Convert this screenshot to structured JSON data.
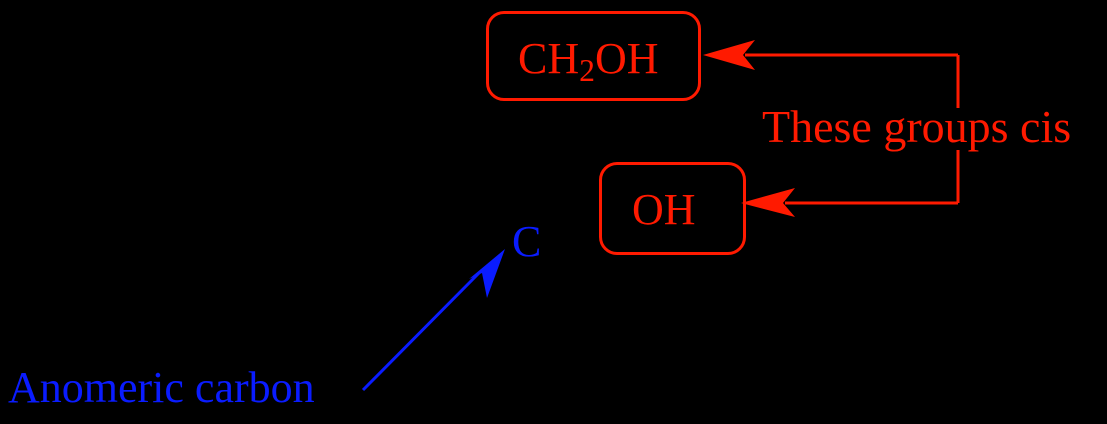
{
  "diagram": {
    "background": "#000000",
    "colors": {
      "highlight": "#ff1a00",
      "annotation": "#0a1cff"
    },
    "groups": [
      {
        "id": "ch2oh",
        "label_main": "CH",
        "label_sub": "2",
        "label_end": "OH"
      },
      {
        "id": "oh",
        "label": "OH"
      }
    ],
    "cis_label": "These groups cis",
    "anomeric_atom": "C",
    "anomeric_label": "Anomeric carbon"
  }
}
